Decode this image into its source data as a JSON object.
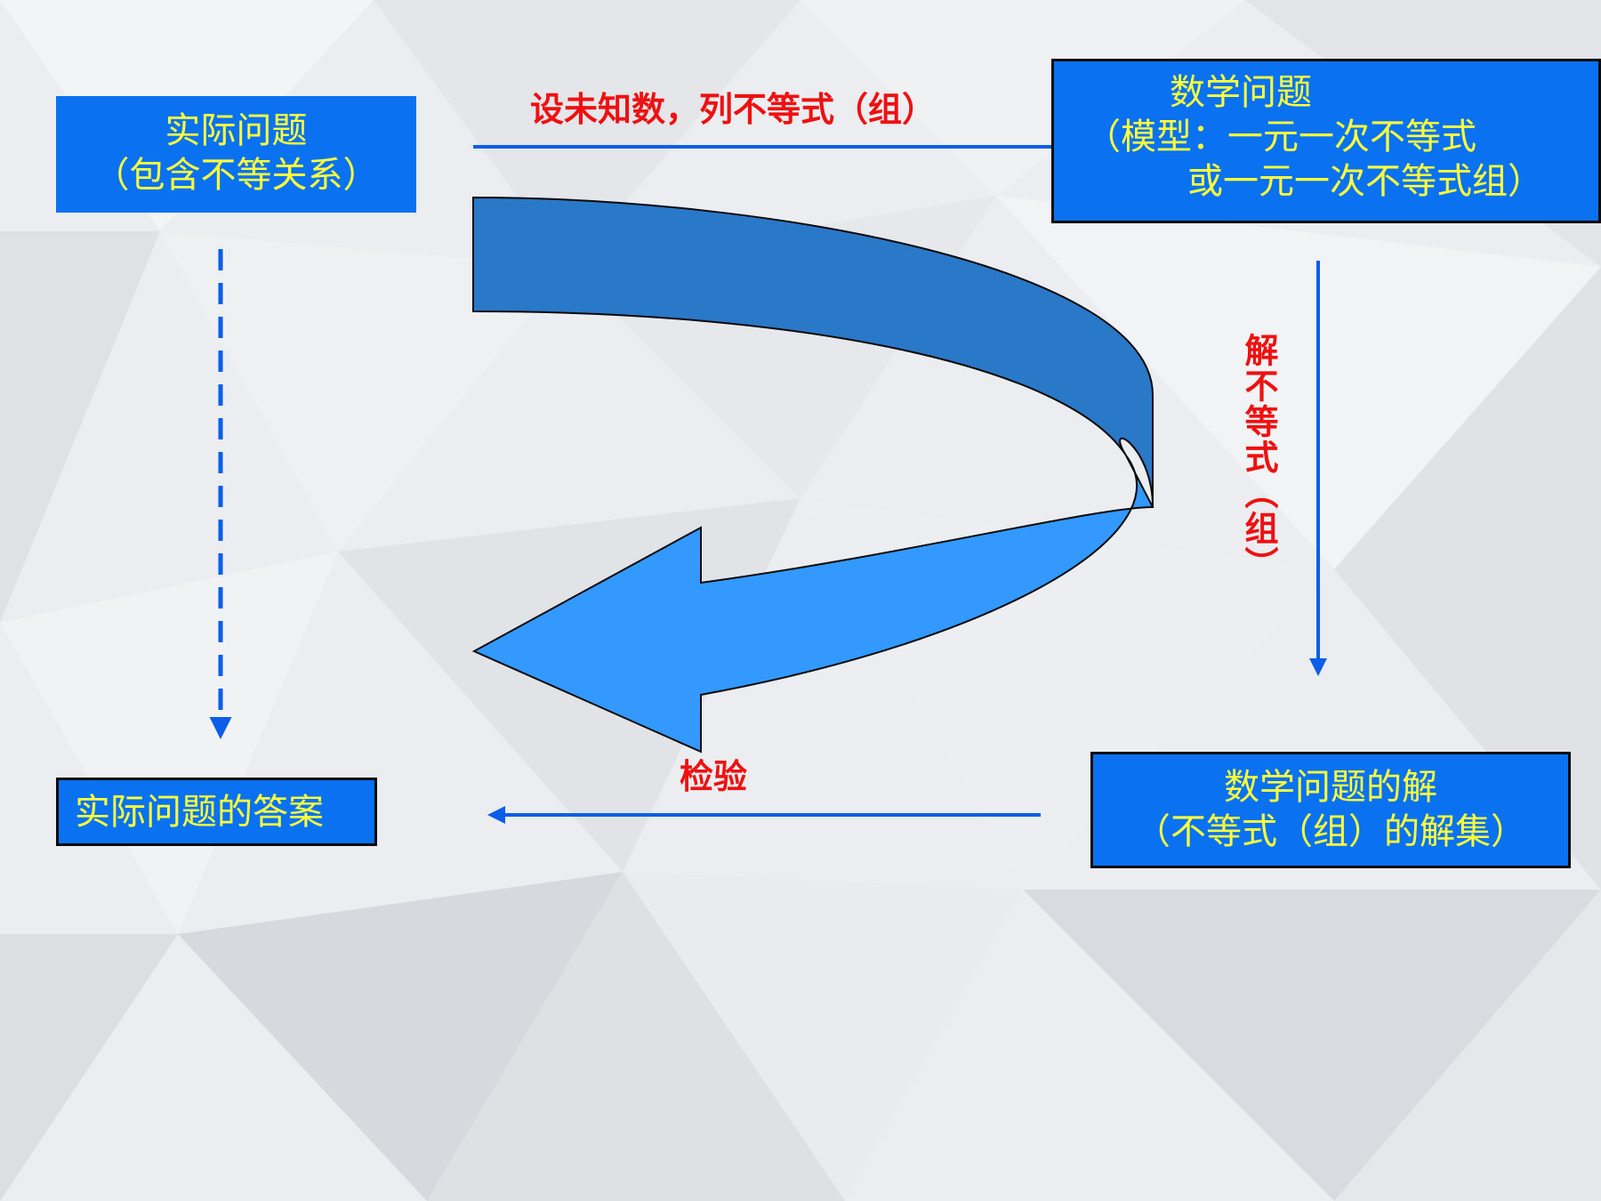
{
  "colors": {
    "box_fill": "#0a72f0",
    "box_text": "#ffff3a",
    "label_red": "#ee1111",
    "arrow_line": "#0a5ee8",
    "curved_arrow_dark": "#2a78c8",
    "curved_arrow_light": "#3399ff"
  },
  "boxes": {
    "actual_problem": {
      "line1": "实际问题",
      "line2": "（包含不等关系）"
    },
    "math_problem": {
      "line1": "数学问题",
      "line2": "（模型：一元一次不等式",
      "line3": "或一元一次不等式组）"
    },
    "actual_answer": {
      "line1": "实际问题的答案"
    },
    "math_solution": {
      "line1": "数学问题的解",
      "line2": "（不等式（组）的解集）"
    }
  },
  "labels": {
    "setup": "设未知数，列不等式（组）",
    "solve": "解不等式（组）",
    "check": "检验"
  },
  "icons": {
    "curved_arrow": "u-turn-arrow-icon",
    "dashed_arrow": "dashed-down-arrow-icon"
  }
}
